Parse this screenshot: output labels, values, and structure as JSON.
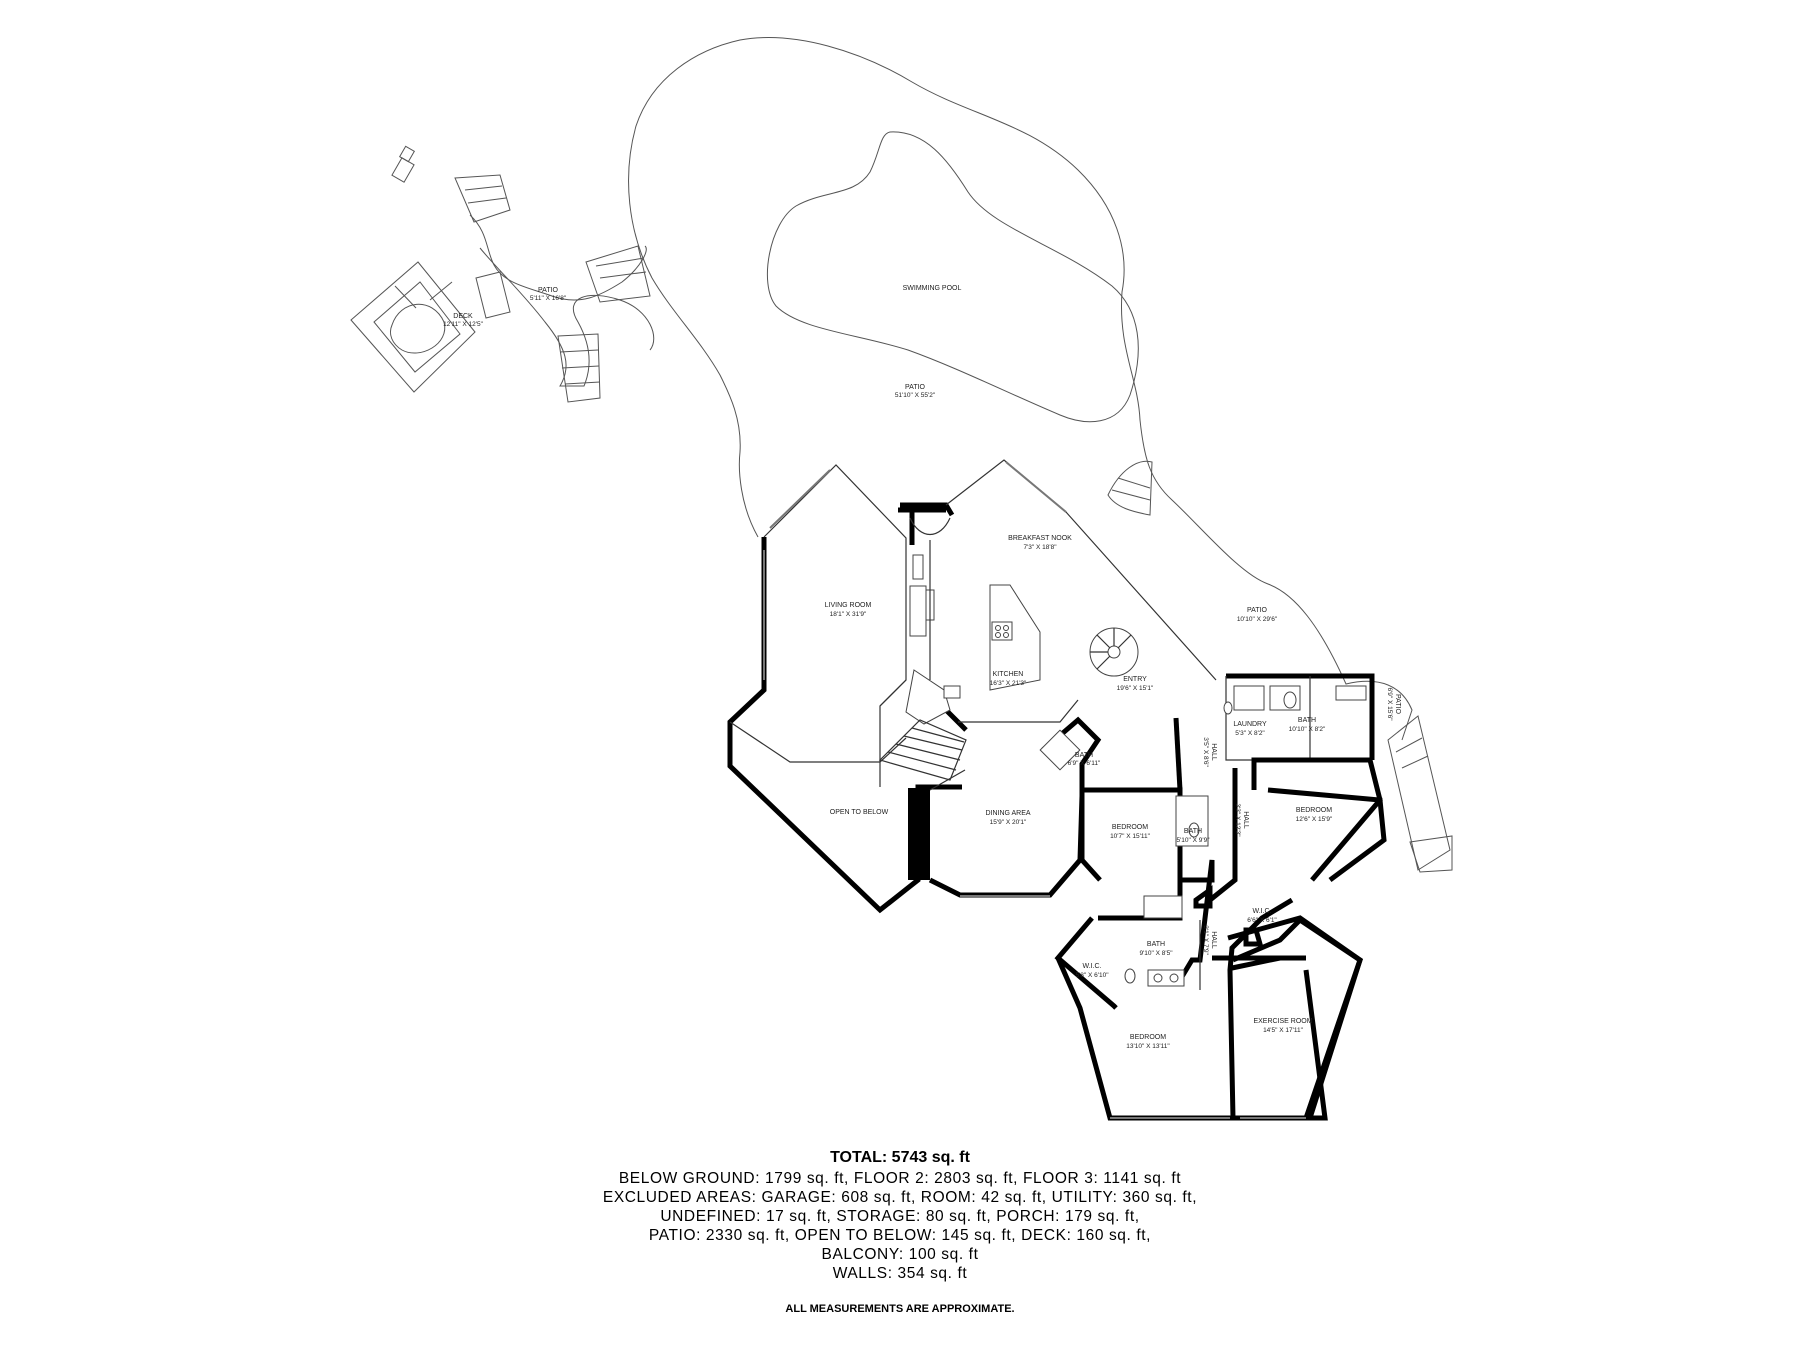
{
  "rooms": {
    "patio_small": {
      "name": "PATIO",
      "dim": "5'11\" X 16'8\""
    },
    "deck": {
      "name": "DECK",
      "dim": "12'11\" X 12'5\""
    },
    "swimming_pool": {
      "name": "SWIMMING POOL"
    },
    "patio_main": {
      "name": "PATIO",
      "dim": "51'10\" X 55'2\""
    },
    "breakfast_nook": {
      "name": "BREAKFAST NOOK",
      "dim": "7'3\" X 18'8\""
    },
    "living_room": {
      "name": "LIVING ROOM",
      "dim": "18'1\" X 31'9\""
    },
    "patio_right": {
      "name": "PATIO",
      "dim": "10'10\" X 29'6\""
    },
    "kitchen": {
      "name": "KITCHEN",
      "dim": "16'3\" X 21'3\""
    },
    "entry": {
      "name": "ENTRY",
      "dim": "19'6\" X 15'1\""
    },
    "patio_side": {
      "name": "PATIO",
      "dim": "6'9\" X 15'6\""
    },
    "laundry": {
      "name": "LAUNDRY",
      "dim": "5'3\" X 8'2\""
    },
    "bath_laundry": {
      "name": "BATH",
      "dim": "10'10\" X 8'2\""
    },
    "bath_small": {
      "name": "BATH",
      "dim": "6'9\" X 6'11\""
    },
    "hall_upper": {
      "name": "HALL",
      "dim": "3'5\" X 8'6\""
    },
    "open_to_below": {
      "name": "OPEN TO BELOW"
    },
    "dining_area": {
      "name": "DINING AREA",
      "dim": "15'9\" X 20'1\""
    },
    "bedroom_mid": {
      "name": "BEDROOM",
      "dim": "10'7\" X 15'11\""
    },
    "bath_mid": {
      "name": "BATH",
      "dim": "5'10\" X 9'9\""
    },
    "hall_mid": {
      "name": "HALL",
      "dim": "3'3\" X 12'3\""
    },
    "bedroom_right": {
      "name": "BEDROOM",
      "dim": "12'6\" X 15'9\""
    },
    "wic_right": {
      "name": "W.I.C.",
      "dim": "6'6\" X 6'1\""
    },
    "hall_lower": {
      "name": "HALL",
      "dim": "3'1\" X 7'9\""
    },
    "bath_lower": {
      "name": "BATH",
      "dim": "9'10\" X 8'5\""
    },
    "wic_left": {
      "name": "W.I.C.",
      "dim": "5'8\" X 6'10\""
    },
    "bedroom_lower": {
      "name": "BEDROOM",
      "dim": "13'10\" X 13'11\""
    },
    "exercise_room": {
      "name": "EXERCISE ROOM",
      "dim": "14'5\" X 17'11\""
    }
  },
  "summary": {
    "total": "TOTAL: 5743 sq. ft",
    "lines": [
      "BELOW GROUND: 1799 sq. ft, FLOOR 2: 2803 sq. ft, FLOOR 3: 1141 sq. ft",
      "EXCLUDED AREAS: GARAGE: 608 sq. ft, ROOM: 42 sq. ft, UTILITY: 360 sq. ft,",
      "UNDEFINED: 17 sq. ft, STORAGE: 80 sq. ft, PORCH: 179 sq. ft,",
      "PATIO: 2330 sq. ft, OPEN TO BELOW: 145 sq. ft, DECK: 160 sq. ft,",
      "BALCONY: 100 sq. ft",
      "WALLS: 354 sq. ft"
    ],
    "note": "ALL MEASUREMENTS ARE APPROXIMATE."
  }
}
